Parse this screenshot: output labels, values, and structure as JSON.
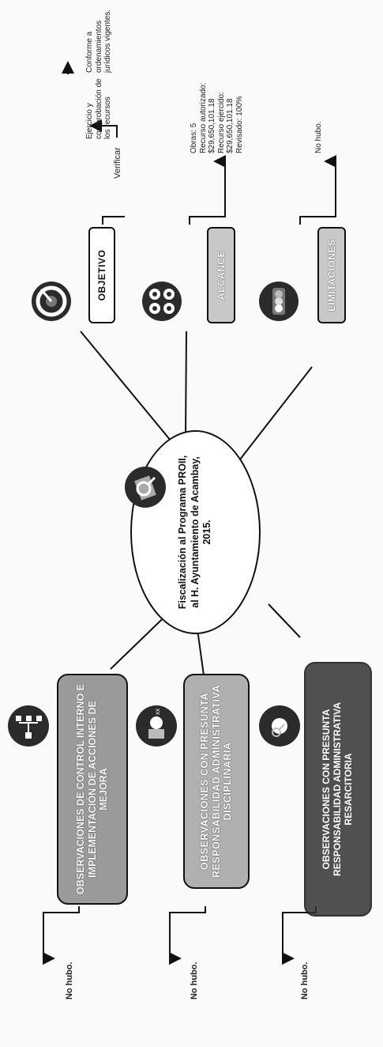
{
  "center": {
    "title_lines": [
      "Fiscalización al Programa PROII,",
      "al H. Ayuntamiento de Acambay,",
      "2015."
    ]
  },
  "objetivo": {
    "label": "OBJETIVO",
    "action": "Verificar",
    "note_1": "Conforme a ordenamientos jurídicos vigentes.",
    "note_2": "Ejercicio y comprobación de los recursos"
  },
  "alcance": {
    "label": "ALCANCE",
    "details": [
      "Obras: 5",
      "Recurso autorizado:",
      "$29,650,101.18",
      "Recurso ejercido:",
      "$29,650,101.18",
      "Revisado: 100%"
    ]
  },
  "limitaciones": {
    "label": "LIMITACIONES",
    "result": "No hubo."
  },
  "observaciones_control": {
    "label": "OBSERVACIONES DE CONTROL INTERNO E IMPLEMENTACIÓN DE ACCIONES DE MEJORA",
    "result": "No hubo."
  },
  "observaciones_disciplinaria": {
    "label": "OBSERVACIONES CON PRESUNTA RESPONSABILIDAD ADMINISTRATIVA DISCIPLINARIA",
    "result": "No hubo."
  },
  "observaciones_resarcitoria": {
    "label": "OBSERVACIONES CON PRESUNTA RESPONSABILIDAD ADMINISTRATIVA RESARCITORIA",
    "result": "No hubo."
  },
  "icons": {
    "center": "inspection-magnifier-icon",
    "objetivo": "target-icon",
    "alcance": "gears-icon",
    "limitaciones": "traffic-light-icon",
    "control": "org-chart-icon",
    "disciplinaria": "person-with-documents-icon",
    "resarcitoria": "person-magnifier-icon"
  }
}
